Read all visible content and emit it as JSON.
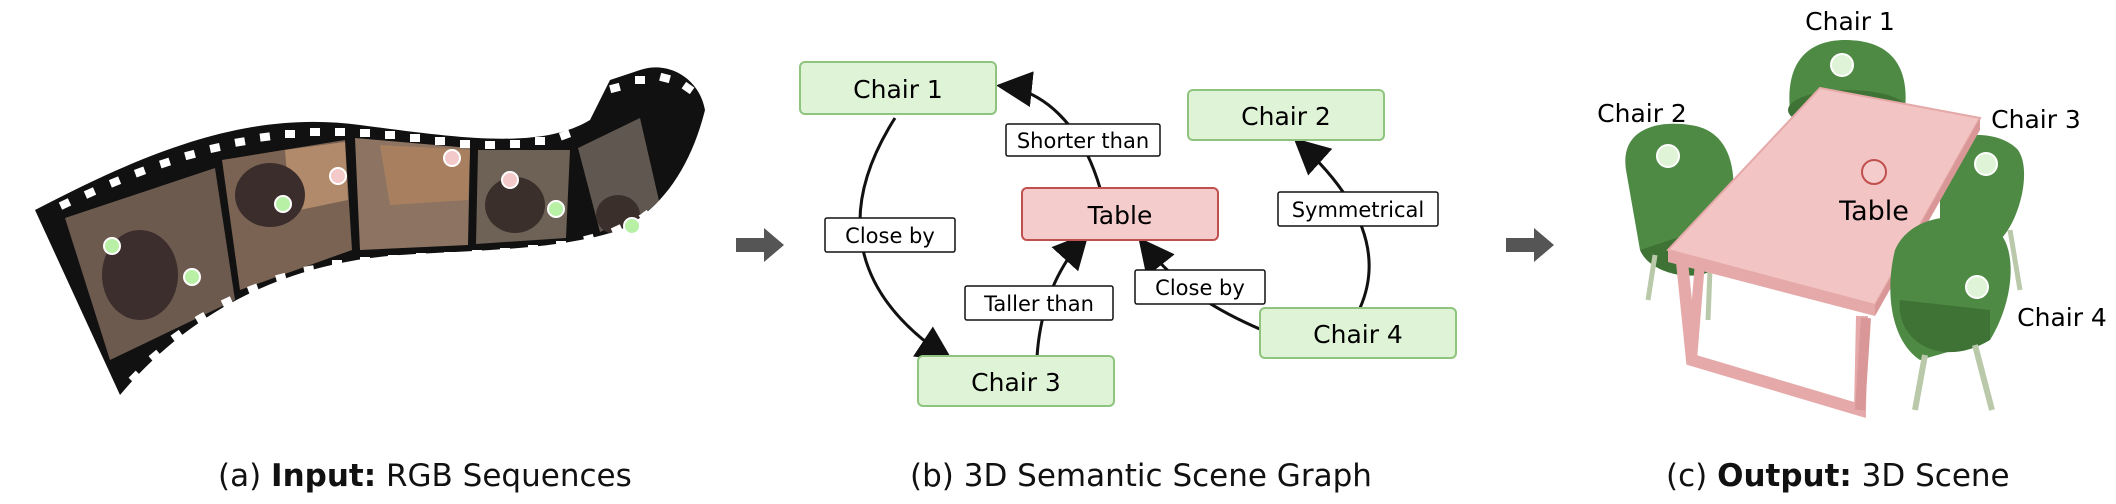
{
  "captions": {
    "a": {
      "prefix": "(a) ",
      "bold": "Input:",
      "rest": " RGB Sequences"
    },
    "b": {
      "prefix": "(b) ",
      "bold": "",
      "rest": "3D Semantic Scene Graph"
    },
    "c": {
      "prefix": "(c) ",
      "bold": "Output:",
      "rest": " 3D Scene"
    }
  },
  "graph": {
    "nodes": {
      "chair1": "Chair 1",
      "chair2": "Chair 2",
      "chair3": "Chair 3",
      "chair4": "Chair 4",
      "table": "Table"
    },
    "edges": {
      "close_by_1": "Close by",
      "shorter_than": "Shorter than",
      "taller_than": "Taller than",
      "close_by_2": "Close by",
      "symmetrical": "Symmetrical"
    }
  },
  "scene": {
    "labels": {
      "chair1": "Chair 1",
      "chair2": "Chair 2",
      "chair3": "Chair 3",
      "chair4": "Chair 4",
      "table": "Table"
    }
  },
  "colors": {
    "chair_fill": "#dff3d6",
    "chair_stroke": "#8fc47f",
    "table_fill": "#f4cccc",
    "table_stroke": "#c0504d",
    "chair_3d": "#4f8a45",
    "table_3d": "#e6a9a9",
    "arrow": "#555555"
  }
}
